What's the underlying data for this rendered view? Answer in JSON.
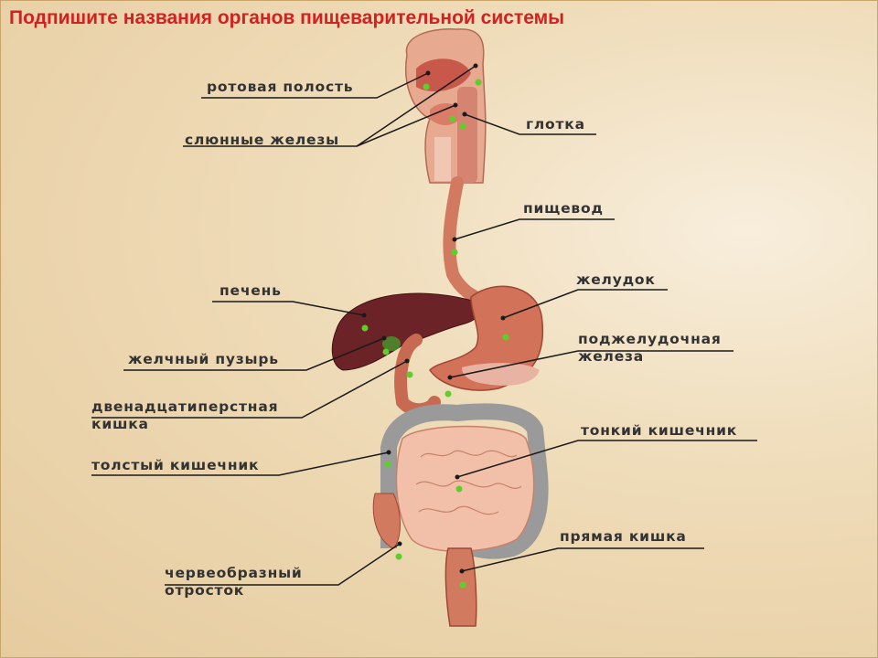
{
  "title": "Подпишите названия органов пищеварительной системы",
  "colors": {
    "title": "#d42020",
    "label_text": "#333333",
    "marker": "#5ecf2a",
    "leader": "#1a1a1a",
    "background": "#efdcb9"
  },
  "labels": {
    "mouth": "ротовая полость",
    "salivary": "слюнные железы",
    "pharynx": "глотка",
    "esophagus": "пищевод",
    "liver": "печень",
    "stomach": "желудок",
    "pancreas_1": "поджелудочная",
    "pancreas_2": "железа",
    "gallbladder": "желчный пузырь",
    "duodenum_1": "двенадцатиперстная",
    "duodenum_2": "кишка",
    "small_intestine": "тонкий кишечник",
    "large_intestine": "толстый кишечник",
    "rectum": "прямая кишка",
    "appendix_1": "червеобразный",
    "appendix_2": "отросток"
  }
}
